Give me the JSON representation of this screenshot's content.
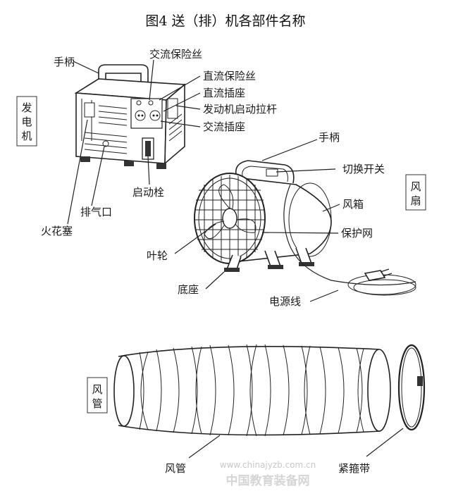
{
  "title": "图4 送（排）机各部件名称",
  "sections": {
    "generator": [
      "发",
      "电",
      "机"
    ],
    "fan": [
      "风",
      "扇"
    ],
    "duct": [
      "风",
      "管"
    ]
  },
  "generator_labels": {
    "handle": "手柄",
    "ac_fuse": "交流保险丝",
    "dc_fuse": "直流保险丝",
    "dc_outlet": "直流插座",
    "starter_pull": "发动机启动拉杆",
    "ac_outlet": "交流插座",
    "start_plug": "启动栓",
    "exhaust": "排气口",
    "spark_plug": "火花塞"
  },
  "fan_labels": {
    "handle": "手柄",
    "switch": "切换开关",
    "housing": "风箱",
    "guard": "保护网",
    "impeller": "叶轮",
    "base": "底座",
    "power_cord": "电源线"
  },
  "duct_labels": {
    "duct": "风管",
    "clamp": "紧箍带"
  },
  "watermark": {
    "url": "www.chinajyzb.com.cn",
    "name": "中国教育装备网"
  }
}
